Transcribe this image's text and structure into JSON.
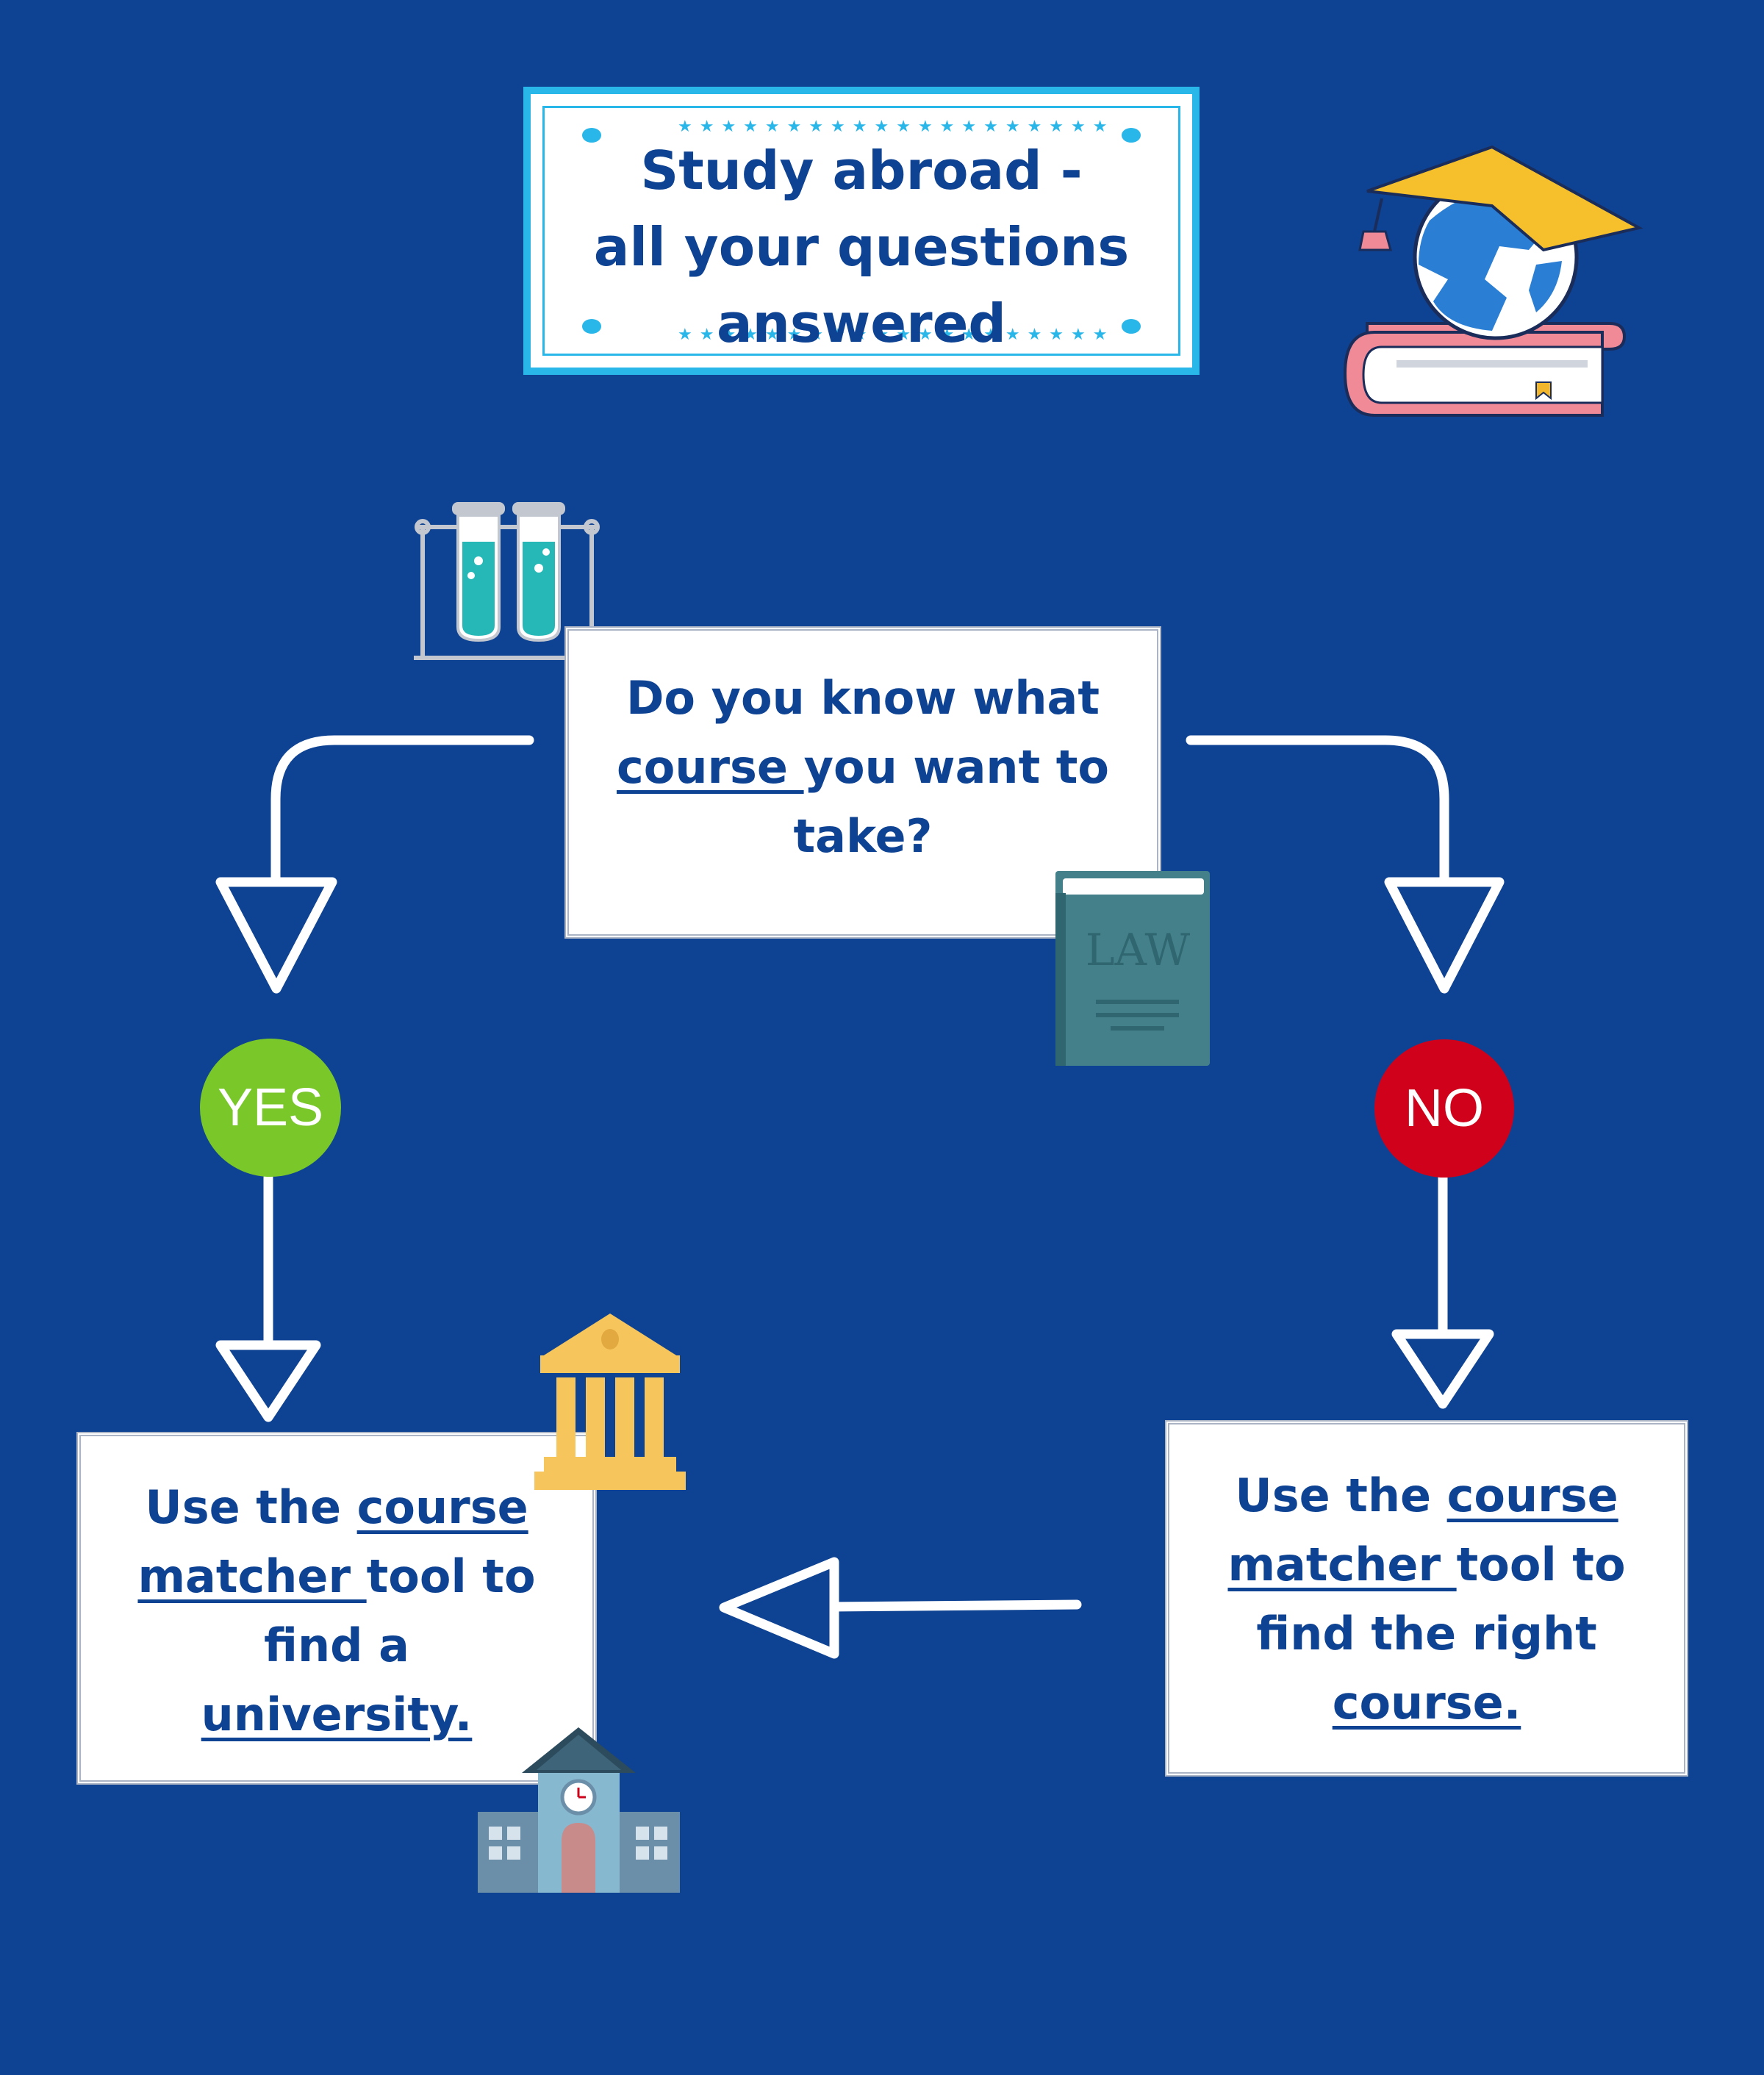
{
  "title": {
    "line1": "Study abroad -",
    "line2": "all your questions",
    "line3": "answered"
  },
  "question": {
    "line1": "Do you know what",
    "line2_underlined": "course ",
    "line2_rest": "you want to",
    "line3": "take?"
  },
  "badges": {
    "yes": "YES",
    "no": "NO"
  },
  "yes_box": {
    "line1_start": "Use the ",
    "line1_link": "course",
    "line2_link": "matcher ",
    "line2_rest": "tool to",
    "line3": "find a",
    "line4_link": "university."
  },
  "no_box": {
    "line1_start": "Use the ",
    "line1_link": "course",
    "line2_link": "matcher ",
    "line2_rest": "tool to",
    "line3": "find the right",
    "line4_link": "course."
  },
  "law_book": {
    "label": "LAW"
  },
  "colors": {
    "background": "#0e4292",
    "yes": "#7ac72a",
    "no": "#d0021b",
    "accent": "#29b6e8"
  },
  "icons": [
    "graduation-globe-book-icon",
    "test-tubes-icon",
    "law-book-icon",
    "museum-icon",
    "school-building-icon"
  ]
}
